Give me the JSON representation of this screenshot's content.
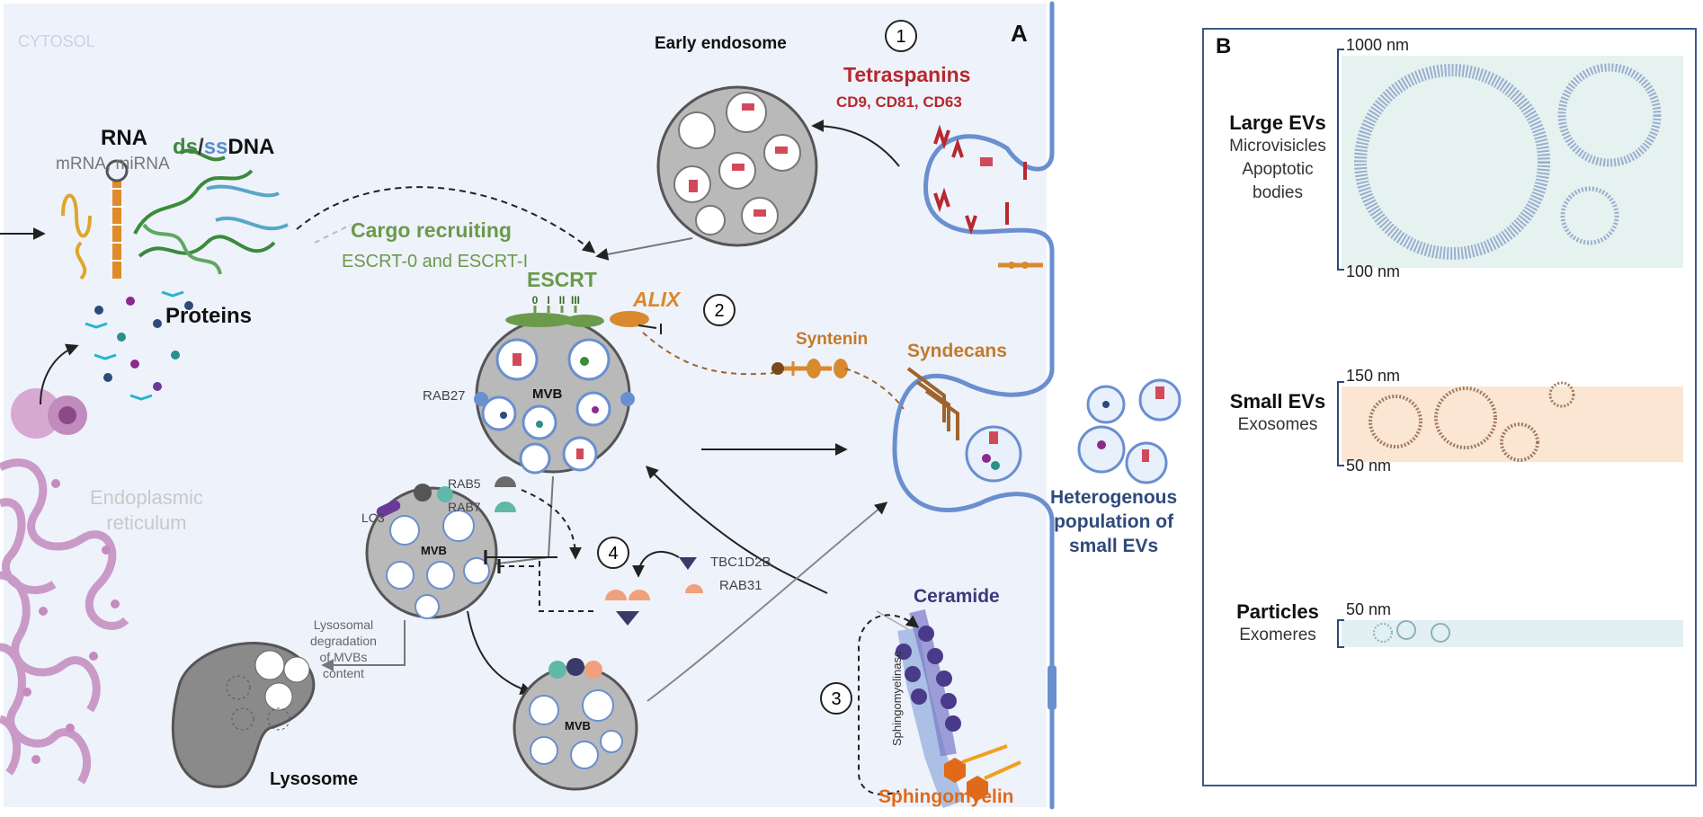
{
  "panel_a": {
    "letter": "A",
    "cytosol": "CYTOSOL",
    "rna": {
      "title": "RNA",
      "subtitle": "mRNA, miRNA"
    },
    "dna": {
      "ds": "ds",
      "slash": "/",
      "ss": "ss",
      "rest": "DNA"
    },
    "proteins": "Proteins",
    "er": {
      "line1": "Endoplasmic",
      "line2": "reticulum"
    },
    "cargo": {
      "title": "Cargo recruiting",
      "subtitle": "ESCRT-0 and ESCRT-I"
    },
    "escrt": {
      "title": "ESCRT",
      "subunits": [
        "0",
        "I",
        "II",
        "III"
      ]
    },
    "alix": "ALIX",
    "early_endosome": "Early endosome",
    "tetraspanins": {
      "title": "Tetraspanins",
      "subtitle": "CD9, CD81, CD63"
    },
    "mvb": "MVB",
    "rab27": "RAB27",
    "rab5": "RAB5",
    "rab7": "RAB7",
    "lc3": "LC3",
    "syntenin": "Syntenin",
    "syndecans": "Syndecans",
    "tbc": "TBC1D2B",
    "rab31": "RAB31",
    "lyso_deg": [
      "Lysosomal",
      "degradation",
      "of MVBs",
      "content"
    ],
    "lysosome": "Lysosome",
    "ceramide": "Ceramide",
    "sphingomyelinase": "Sphingomyelinase",
    "sphingomyelin": "Sphingomyelin",
    "hetero": [
      "Heterogenous",
      "population of",
      "small EVs"
    ],
    "steps": [
      "1",
      "2",
      "3",
      "4"
    ]
  },
  "panel_b": {
    "letter": "B",
    "large": {
      "title": "Large EVs",
      "lines": [
        "Microvisicles",
        "Apoptotic",
        "bodies"
      ],
      "top": "1000 nm",
      "bottom": "100 nm"
    },
    "small": {
      "title": "Small EVs",
      "lines": [
        "Exosomes"
      ],
      "top": "150 nm",
      "bottom": "50 nm"
    },
    "particles": {
      "title": "Particles",
      "lines": [
        "Exomeres"
      ],
      "top": "50 nm"
    }
  },
  "colors": {
    "cytosol_bg": "#eef2fb",
    "membrane": "#6a8fcf",
    "green": "#6b9a4a",
    "orange": "#d9892e",
    "red": "#b8282e",
    "navy": "#2e4a7a",
    "purple": "#4a3a8a",
    "er_pink": "#c48bbf",
    "large_bg": "#e6f2ef",
    "small_bg": "#fbe6d4",
    "particle_bg": "#e3f0f3"
  }
}
